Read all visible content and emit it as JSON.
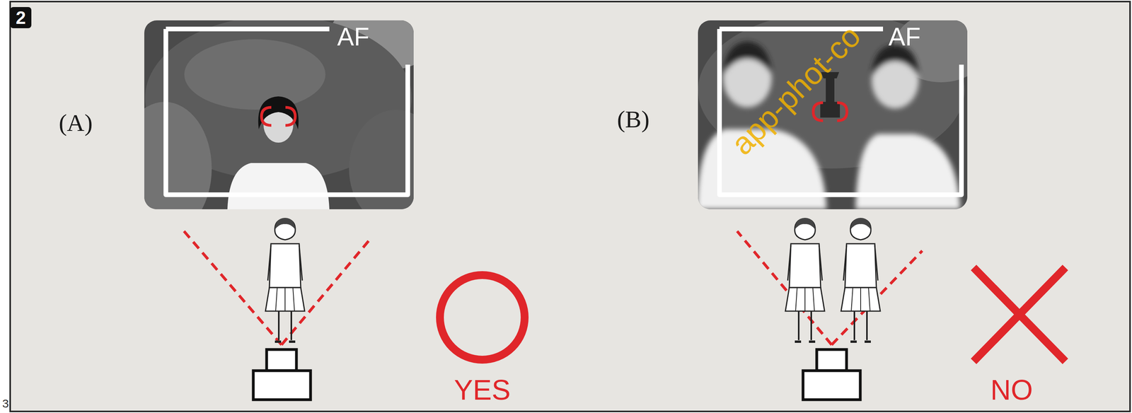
{
  "diagram": {
    "nodes": [
      {
        "text": [
          "2"
        ]
      },
      {
        "text": [
          "AF"
        ]
      },
      {
        "text": [
          "AF"
        ]
      }
    ],
    "labels": [
      "(A)",
      "(B)",
      "YES",
      "NO",
      "app-phot-co",
      "3"
    ]
  }
}
